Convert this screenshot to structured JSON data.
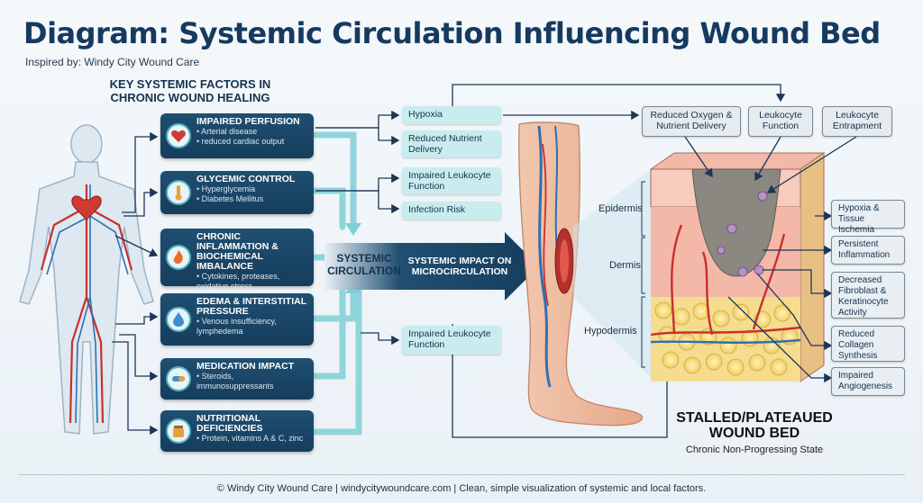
{
  "header": {
    "title": "Diagram: Systemic Circulation Influencing Wound Bed",
    "subtitle": "Inspired by: Windy City Wound Care"
  },
  "factors_heading": "KEY SYSTEMIC FACTORS IN CHRONIC WOUND HEALING",
  "factors": [
    {
      "name": "IMPAIRED PERFUSION",
      "details": [
        "• Arterial disease",
        "• reduced cardiac output"
      ],
      "icon": "heart-icon"
    },
    {
      "name": "GLYCEMIC CONTROL",
      "details": [
        "• Hyperglycemia",
        "• Diabetes Mellitus"
      ],
      "icon": "thermometer-icon"
    },
    {
      "name": "CHRONIC INFLAMMATION & BIOCHEMICAL IMBALANCE",
      "details": [
        "• Cytokines, proteases,",
        "oxidative stress"
      ],
      "icon": "flame-icon"
    },
    {
      "name": "EDEMA & INTERSTITIAL PRESSURE",
      "details": [
        "• Venous insufficiency,",
        "lymphedema"
      ],
      "icon": "water-drop-icon"
    },
    {
      "name": "MEDICATION IMPACT",
      "details": [
        "• Steroids,",
        "immunosuppressants"
      ],
      "icon": "pill-icon"
    },
    {
      "name": "NUTRITIONAL DEFICIENCIES",
      "details": [
        "• Protein, vitamins A & C, zinc"
      ],
      "icon": "supplement-jar-icon"
    }
  ],
  "center": {
    "systemic_circulation": "SYSTEMIC CIRCULATION",
    "arrow_label": "SYSTEMIC IMPACT ON MICROCIRCULATION"
  },
  "effects": {
    "hypoxia": "Hypoxia",
    "reduced_nutrient": "Reduced Nutrient Delivery",
    "impaired_leukocyte_1": "Impaired Leukocyte Function",
    "infection_risk": "Infection Risk",
    "impaired_leukocyte_2": "Impaired Leukocyte Function"
  },
  "top_boxes": {
    "reduced_oxygen": "Reduced Oxygen & Nutrient Delivery",
    "leukocyte_function": "Leukocyte Function",
    "leukocyte_entrapment": "Leukocyte Entrapment"
  },
  "layers": {
    "epidermis": "Epidermis",
    "dermis": "Dermis",
    "hypodermis": "Hypodermis"
  },
  "outcomes": [
    "Hypoxia & Tissue Ischemia",
    "Persistent Inflammation",
    "Decreased Fibroblast & Keratinocyte Activity",
    "Reduced Collagen Synthesis",
    "Impaired Angiogenesis"
  ],
  "wound": {
    "title": "STALLED/PLATEAUED WOUND BED",
    "subtitle": "Chronic Non-Progressing State"
  },
  "footer": "© Windy City Wound Care  |  windycitywoundcare.com | Clean, simple visualization of systemic and local factors.",
  "colors": {
    "navy": "#163d5c",
    "teal": "#4fb3bf",
    "light_teal": "#c9ecee",
    "artery": "#c8302f",
    "vein": "#2f6fb3"
  }
}
